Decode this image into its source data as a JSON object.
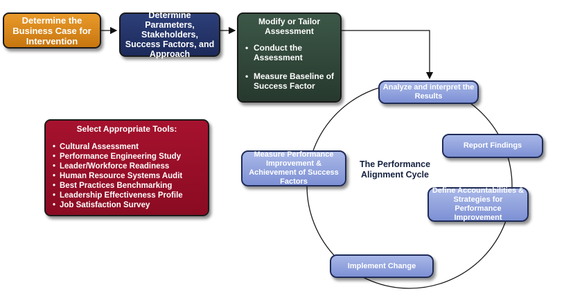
{
  "steps": {
    "business_case": "Determine the Business Case for Intervention",
    "parameters": "Determine Parameters, Stakeholders, Success Factors, and Approach",
    "assessment": {
      "title": "Modify or Tailor Assessment",
      "bullets": [
        "Conduct the Assessment",
        "Measure Baseline of Success Factor"
      ]
    }
  },
  "tools": {
    "title": "Select Appropriate Tools:",
    "items": [
      "Cultural Assessment",
      "Performance Engineering Study",
      "Leader/Workforce Readiness",
      "Human Resource Systems Audit",
      "Best Practices Benchmarking",
      "Leadership Effectiveness Profile",
      "Job Satisfaction Survey"
    ]
  },
  "cycle": {
    "title": "The Performance Alignment Cycle",
    "analyze": "Analyze and interpret the Results",
    "report": "Report Findings",
    "define": "Define Accountabilities & Strategies for Performance Improvement",
    "implement": "Implement Change",
    "measure": "Measure Performance Improvement & Achievement of Success Factors"
  },
  "colors": {
    "orange": "#d8861c",
    "navy": "#243366",
    "green": "#31483b",
    "red": "#9b0f28",
    "cycle_blue": "#8fa2dc"
  }
}
